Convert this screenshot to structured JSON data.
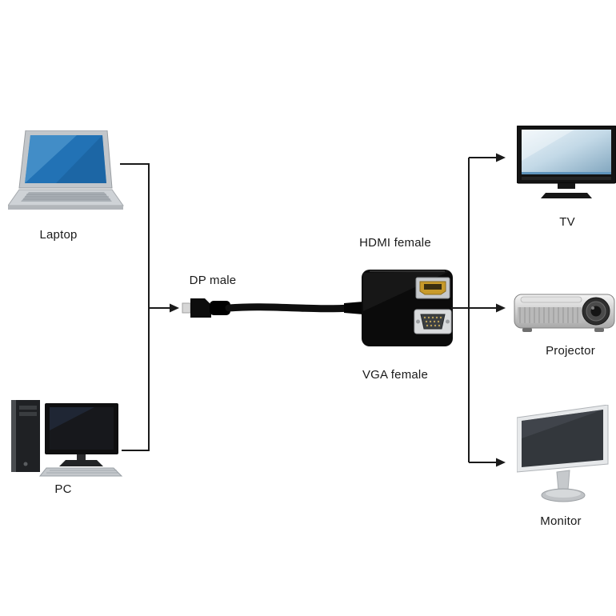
{
  "diagram": {
    "type": "connection-diagram",
    "sources": [
      {
        "id": "laptop",
        "label": "Laptop"
      },
      {
        "id": "pc",
        "label": "PC"
      }
    ],
    "adapter": {
      "connector_label": "DP male",
      "ports": [
        {
          "id": "hdmi",
          "label": "HDMI female"
        },
        {
          "id": "vga",
          "label": "VGA female"
        }
      ]
    },
    "outputs": [
      {
        "id": "tv",
        "label": "TV"
      },
      {
        "id": "projector",
        "label": "Projector"
      },
      {
        "id": "monitor",
        "label": "Monitor"
      }
    ]
  },
  "colors": {
    "background": "#ffffff",
    "line": "#1a1a1a",
    "text": "#1a1a1a",
    "laptop_screen_blue": "#2272b5",
    "tv_screen_blue": "#c3d9e7",
    "adapter_body": "#0b0b0b",
    "hdmi_gold": "#c79a2a",
    "device_silver": "#c9cdd1"
  }
}
